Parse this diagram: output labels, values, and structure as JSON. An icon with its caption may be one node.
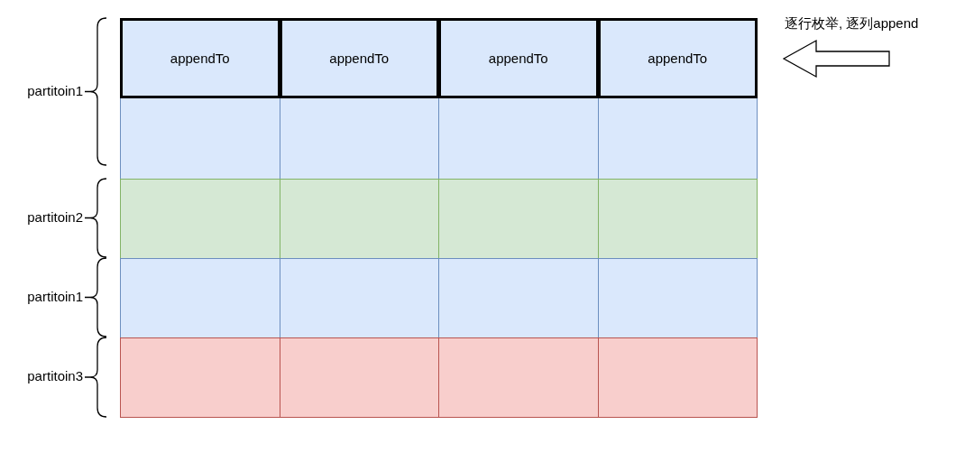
{
  "diagram": {
    "nodes": [
      {
        "text": [
          "appendTo"
        ]
      },
      {
        "text": [
          "appendTo"
        ]
      },
      {
        "text": [
          "appendTo"
        ]
      },
      {
        "text": [
          "appendTo"
        ]
      },
      {
        "text": [],
        "shape": "box"
      },
      {
        "text": [],
        "shape": "box"
      },
      {
        "text": [],
        "shape": "box"
      },
      {
        "text": [],
        "shape": "box"
      },
      {
        "text": [],
        "shape": "box"
      },
      {
        "text": [],
        "shape": "box"
      },
      {
        "text": [],
        "shape": "box"
      },
      {
        "text": [],
        "shape": "box"
      },
      {
        "text": [],
        "shape": "box"
      },
      {
        "text": [],
        "shape": "box"
      },
      {
        "text": [],
        "shape": "box"
      },
      {
        "text": [],
        "shape": "box"
      },
      {
        "text": [],
        "shape": "box"
      },
      {
        "text": [],
        "shape": "box"
      },
      {
        "text": [],
        "shape": "box"
      },
      {
        "text": [],
        "shape": "box"
      }
    ],
    "labels": [
      "逐行枚举, 逐列append",
      "partitoin1",
      "partitoin2",
      "partitoin1",
      "partitoin3"
    ]
  }
}
